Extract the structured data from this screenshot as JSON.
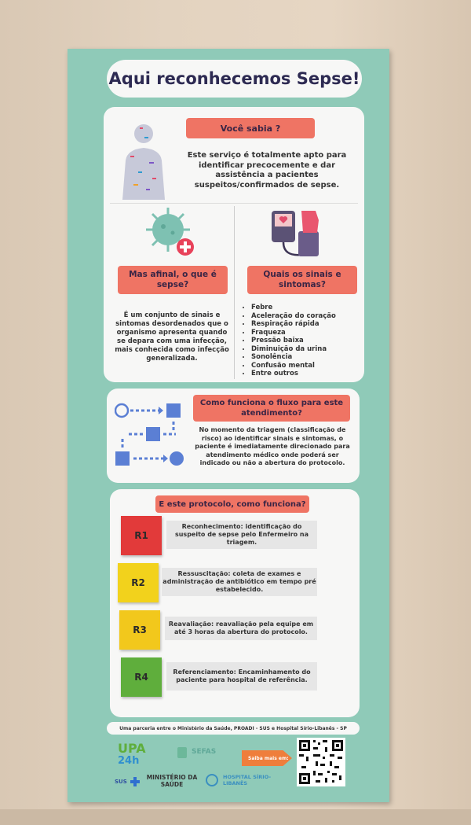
{
  "title": "Aqui reconhecemos Sepse!",
  "intro": {
    "heading": "Você sabia ?",
    "text": "Este serviço é totalmente apto para identificar precocemente e dar assistência a pacientes suspeitos/confirmados de sepse."
  },
  "what": {
    "heading": "Mas afinal, o que é sepse?",
    "text": "É um conjunto de sinais e sintomas desordenados que o organismo apresenta quando se depara com uma infecção, mais conhecida como infecção generalizada."
  },
  "signs": {
    "heading": "Quais os sinais e sintomas?",
    "items": [
      "Febre",
      "Aceleração do coração",
      "Respiração rápida",
      "Fraqueza",
      "Pressão baixa",
      "Diminuição da urina",
      "Sonolência",
      "Confusão mental",
      "Entre outros"
    ]
  },
  "flow": {
    "heading": "Como funciona o fluxo para este atendimento?",
    "text": "No momento da triagem (classificação de risco) ao identificar sinais e sintomas, o paciente é imediatamente direcionado para atendimento médico onde poderá ser indicado ou não a abertura do protocolo."
  },
  "protocol": {
    "heading": "E este protocolo, como funciona?",
    "steps": [
      {
        "code": "R1",
        "color": "#e23a3a",
        "text": "Reconhecimento: identificação do suspeito de sepse pelo Enfermeiro na triagem."
      },
      {
        "code": "R2",
        "color": "#f2d21c",
        "text": "Ressuscitação: coleta de exames e administração de antibiótico em tempo pré estabelecido."
      },
      {
        "code": "R3",
        "color": "#f2c81c",
        "text": "Reavaliação: reavaliação pela equipe em até 3 horas da abertura do protocolo."
      },
      {
        "code": "R4",
        "color": "#5fae3c",
        "text": "Referenciamento: Encaminhamento do paciente para hospital de referência."
      }
    ]
  },
  "footer": {
    "partnership": "Uma parceria entre o Ministério da Saúde, PROADI - SUS e Hospital Sírio-Libanês - SP",
    "upa": "UPA",
    "upa_sub": "24h",
    "sefas": "SEFAS",
    "more": "Saiba mais em:",
    "sus": "SUS",
    "ministry": "MINISTÉRIO DA SAÚDE",
    "hospital": "HOSPITAL SÍRIO-LIBANÊS"
  },
  "colors": {
    "poster": "#8fcab8",
    "accent": "#ef7464",
    "title": "#2d2a52"
  }
}
